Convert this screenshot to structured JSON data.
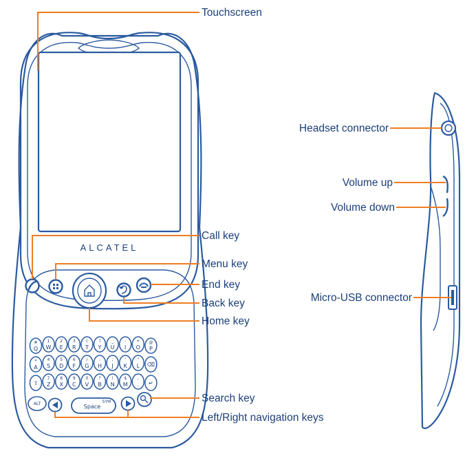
{
  "brand": "ALCATEL",
  "labels": {
    "touchscreen": "Touchscreen",
    "call_key": "Call key",
    "menu_key": "Menu key",
    "end_key": "End key",
    "back_key": "Back key",
    "home_key": "Home key",
    "search_key": "Search key",
    "nav_keys": "Left/Right navigation keys",
    "headset": "Headset connector",
    "volume_up": "Volume up",
    "volume_down": "Volume down",
    "usb": "Micro-USB connector"
  },
  "keyboard": {
    "row1": [
      {
        "main": "Q",
        "sub": "#"
      },
      {
        "main": "W",
        "sub": "1"
      },
      {
        "main": "E",
        "sub": "2"
      },
      {
        "main": "R",
        "sub": "3"
      },
      {
        "main": "T",
        "sub": "("
      },
      {
        "main": "Y",
        "sub": ")"
      },
      {
        "main": "U",
        "sub": "_"
      },
      {
        "main": "I",
        "sub": "-"
      },
      {
        "main": "O",
        "sub": "+"
      },
      {
        "main": "P",
        "sub": "@"
      }
    ],
    "row2": [
      {
        "main": "A",
        "sub": "*"
      },
      {
        "main": "S",
        "sub": "4"
      },
      {
        "main": "D",
        "sub": "5"
      },
      {
        "main": "F",
        "sub": "6"
      },
      {
        "main": "G",
        "sub": "/"
      },
      {
        "main": "H",
        "sub": ":"
      },
      {
        "main": "J",
        "sub": ";"
      },
      {
        "main": "K",
        "sub": "'"
      },
      {
        "main": "L",
        "sub": "\""
      },
      {
        "main": "⌫",
        "sub": ""
      }
    ],
    "row3": [
      {
        "main": "⇧",
        "sub": ""
      },
      {
        "main": "Z",
        "sub": "7"
      },
      {
        "main": "X",
        "sub": "8"
      },
      {
        "main": "C",
        "sub": "9"
      },
      {
        "main": "V",
        "sub": "0"
      },
      {
        "main": "B",
        "sub": "?"
      },
      {
        "main": "N",
        "sub": "!"
      },
      {
        "main": "M",
        "sub": "$"
      },
      {
        "main": ".",
        "sub": ","
      },
      {
        "main": "↵",
        "sub": ""
      }
    ],
    "alt": "ALT",
    "space": "Space",
    "space_sub": "SYM"
  }
}
